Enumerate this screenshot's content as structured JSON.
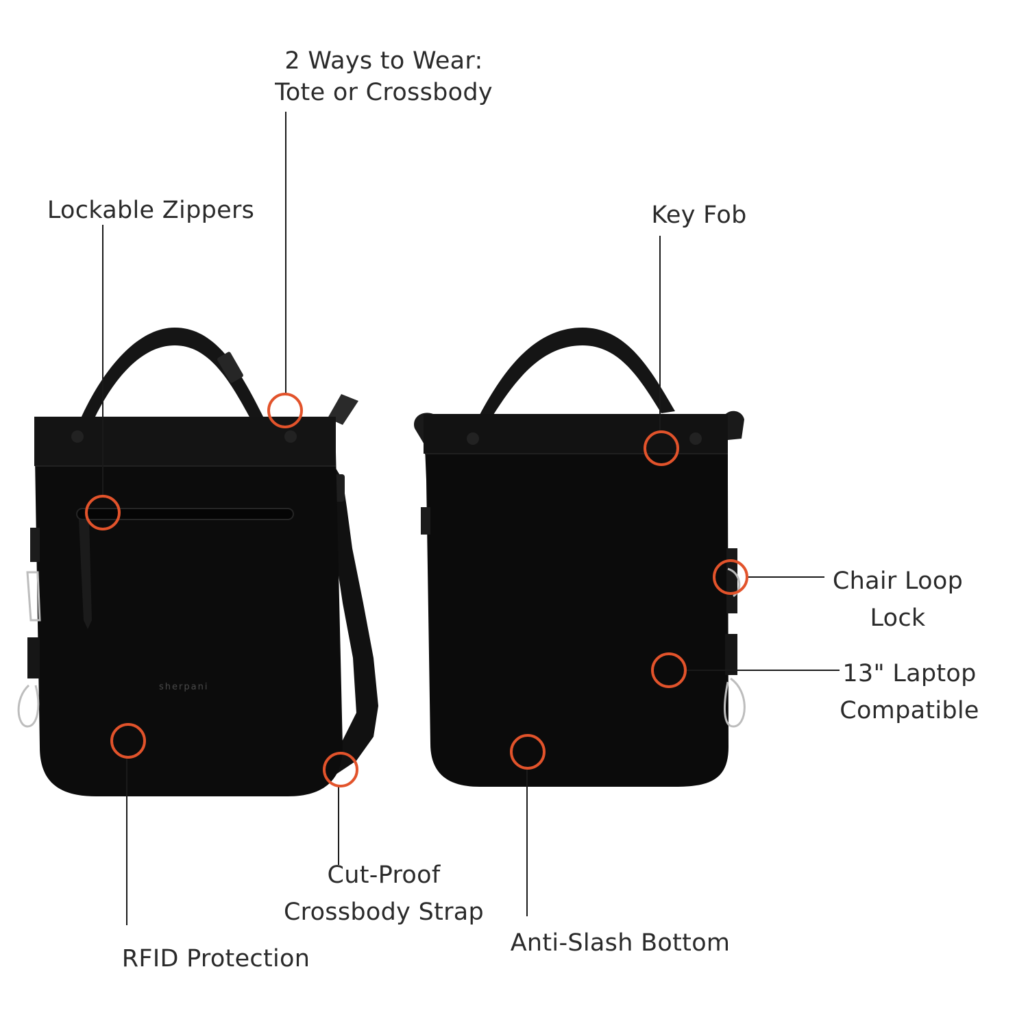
{
  "brand": {
    "logo_text": "sherpani"
  },
  "callouts": {
    "two_ways": {
      "line1": "2 Ways to Wear:",
      "line2": "Tote or Crossbody"
    },
    "lockable_zippers": {
      "line1": "Lockable Zippers"
    },
    "key_fob": {
      "line1": "Key Fob"
    },
    "chair_loop": {
      "line1": "Chair Loop",
      "line2": "Lock"
    },
    "laptop": {
      "line1": "13\" Laptop",
      "line2": "Compatible"
    },
    "cut_proof": {
      "line1": "Cut-Proof",
      "line2": "Crossbody Strap"
    },
    "rfid": {
      "line1": "RFID Protection"
    },
    "anti_slash": {
      "line1": "Anti-Slash Bottom"
    }
  },
  "colors": {
    "background": "#ffffff",
    "bag": "#0d0d0d",
    "marker": "#e2532b",
    "leader_line": "#1a1a1a",
    "text": "#2a2a2a"
  }
}
